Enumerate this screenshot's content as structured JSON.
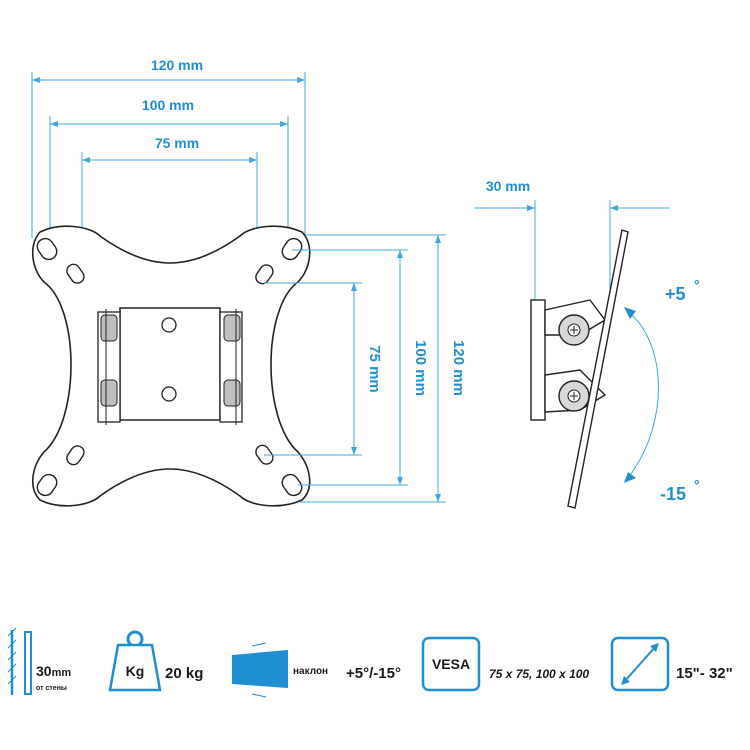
{
  "front_view": {
    "width_labels": [
      "120 mm",
      "100 mm",
      "75 mm"
    ],
    "height_labels": [
      "75 mm",
      "100 mm",
      "120 mm"
    ]
  },
  "side_view": {
    "depth_label": "30 mm",
    "tilt_up_label": "+5",
    "tilt_down_label": "-15",
    "degree_symbol": "°"
  },
  "specs": {
    "depth_value": "30",
    "depth_unit": "mm",
    "depth_note": "от стены",
    "weight_icon_text": "Kg",
    "weight_value": "20 kg",
    "tilt_label": "наклон",
    "tilt_value": "+5°/-15°",
    "vesa_icon_text": "VESA",
    "vesa_value": "75 x 75, 100 x 100",
    "screen_range": "15\"- 32\""
  },
  "colors": {
    "accent": "#1f8fd1",
    "plate": "#ffffff",
    "outline": "#222222"
  }
}
